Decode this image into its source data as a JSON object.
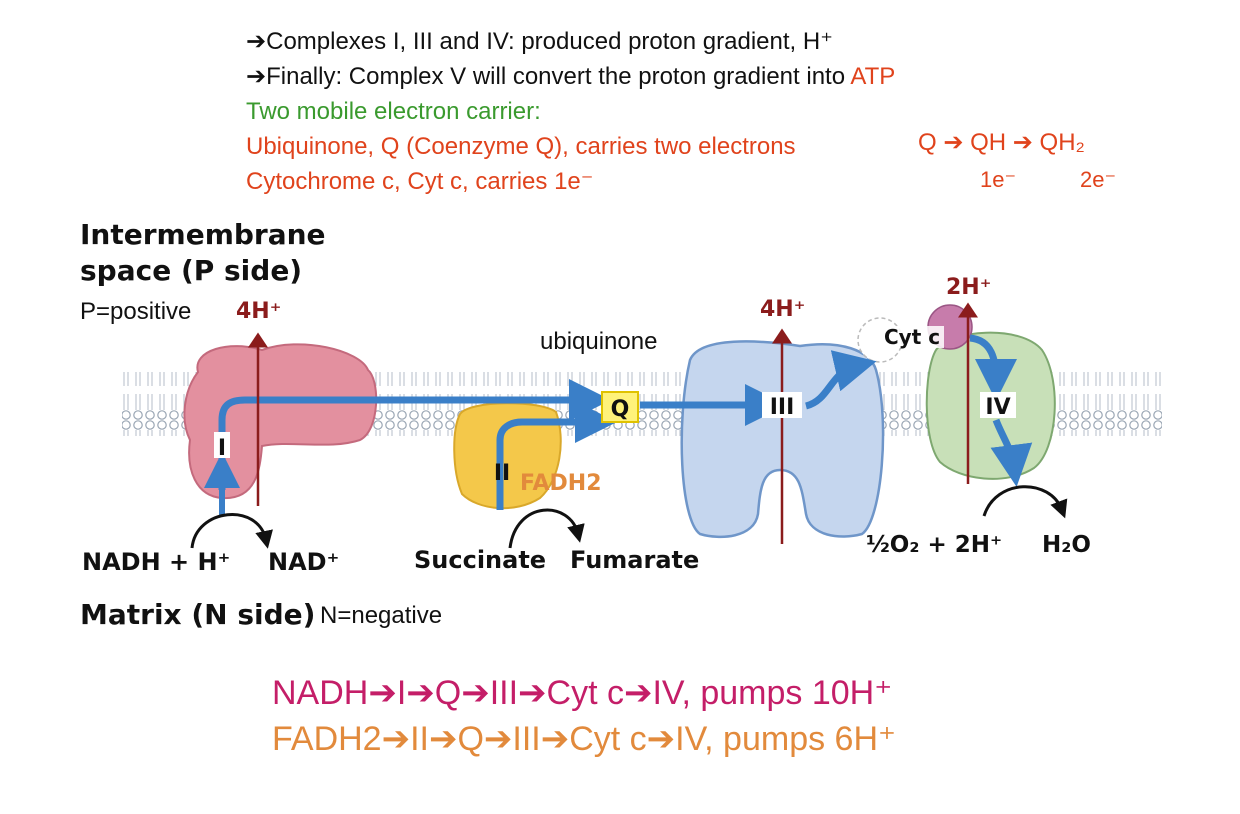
{
  "notes": {
    "line1": "Complexes I, III and IV: produced proton gradient, H⁺",
    "line2a": "Finally: Complex V will convert the proton gradient into ",
    "line2b": "ATP",
    "line3": "Two mobile electron carrier:",
    "line4": "Ubiquinone, Q (Coenzyme Q), carries two electrons",
    "line5": "Cytochrome c, Cyt c, carries 1e⁻"
  },
  "q_sequence": {
    "text": "Q ➔ QH ➔ QH₂",
    "label_1e": "1e⁻",
    "label_2e": "2e⁻"
  },
  "diagram": {
    "intermembrane_line1": "Intermembrane",
    "intermembrane_line2": "space (P side)",
    "p_positive": "P=positive",
    "matrix_label": "Matrix (N side)",
    "n_negative": "N=negative",
    "proton_4h_left": "4H⁺",
    "proton_4h_mid": "4H⁺",
    "proton_2h": "2H⁺",
    "ubiquinone": "ubiquinone",
    "complex_i": "I",
    "complex_ii": "II",
    "complex_iii": "III",
    "complex_iv": "IV",
    "q_box": "Q",
    "fadh2": "FADH2",
    "cyt_c": "Cyt c",
    "nadh": "NADH + H⁺",
    "nad": "NAD⁺",
    "succinate": "Succinate",
    "fumarate": "Fumarate",
    "oxygen": "½O₂ + 2H⁺",
    "water": "H₂O"
  },
  "summary": {
    "nadh_line": "NADH➔I➔Q➔III➔Cyt c➔IV, pumps 10H⁺",
    "fadh2_line": "FADH2➔II➔Q➔III➔Cyt c➔IV, pumps 6H⁺"
  },
  "colors": {
    "electron_arrow": "#3a7fc8",
    "proton_arrow": "#8b1c1c",
    "complex_i": "#e3909f",
    "complex_ii": "#f4c84a",
    "complex_iii": "#c5d6ee",
    "complex_iv": "#c8e0b8",
    "cyt_c": "#c77cab"
  }
}
